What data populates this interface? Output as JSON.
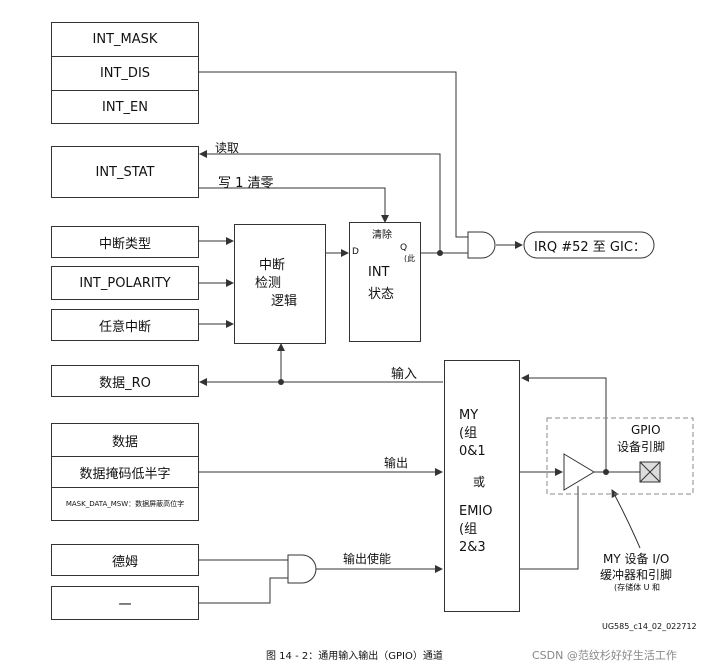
{
  "registers": {
    "int_mask": "INT_MASK",
    "int_dis": "INT_DIS",
    "int_en": "INT_EN",
    "int_stat": "INT_STAT",
    "int_type": "中断类型",
    "int_polarity": "INT_POLARITY",
    "int_any": "任意中断",
    "data_ro": "数据_RO",
    "data": "数据",
    "mask_data_lsw": "数据掩码低半字",
    "mask_data_msw": "MASK_DATA_MSW：数据屏蔽高位字",
    "dirm": "德姆",
    "oen": "一"
  },
  "logic": {
    "detect_line1": "中断",
    "detect_line2": "检测",
    "detect_line3": "逻辑",
    "clear_label": "清除",
    "d_label": "D",
    "q_label": "Q",
    "q_suffix": "(此",
    "int_line1": "INT",
    "int_line2": "状态"
  },
  "signals": {
    "read": "读取",
    "write_clear": "写 1 清零",
    "input": "输入",
    "output": "输出",
    "output_enable": "输出使能",
    "irq": "IRQ #52 至 GIC："
  },
  "mio": {
    "line1": "MY",
    "line2": "(组",
    "line3": "0&1",
    "line4": "或",
    "line5": "EMIO",
    "line6": "(组",
    "line7": "2&3"
  },
  "pin": {
    "title1": "GPIO",
    "title2": "设备引脚",
    "note1": "MY 设备 I/O",
    "note2": "缓冲器和引脚",
    "note3": "(存储体 U 和"
  },
  "footer": {
    "doc_id": "UG585_c14_02_022712",
    "caption": "图 14 - 2：通用输入输出（GPIO）通道",
    "watermark": "CSDN @范纹杉好好生活工作"
  },
  "colors": {
    "line": "#333333",
    "pin_fill": "#dcdcdc",
    "dashed": "#888888"
  }
}
